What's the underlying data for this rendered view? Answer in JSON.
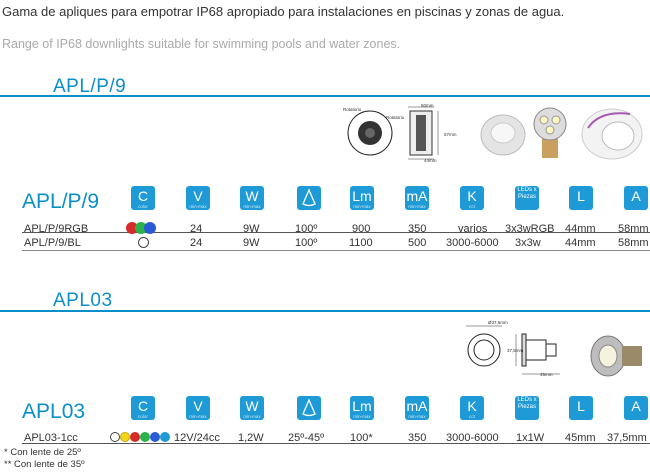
{
  "intro": {
    "spanish": "Gama de apliques para empotrar IP68 apropiado para instalaciones en piscinas y zonas de agua.",
    "english": "Range of IP68 downlights suitable for swimming pools and water zones."
  },
  "colors": {
    "accent": "#0b8fc8",
    "icon_bg": "#1e9ad6"
  },
  "icons": [
    {
      "key": "color",
      "label": "C",
      "sub": "color"
    },
    {
      "key": "voltage",
      "label": "V",
      "sub": "min-max"
    },
    {
      "key": "watts",
      "label": "W",
      "sub": "min-max"
    },
    {
      "key": "angle",
      "label": "°",
      "sub": ""
    },
    {
      "key": "lumens",
      "label": "Lm",
      "sub": "min-max"
    },
    {
      "key": "current",
      "label": "mA",
      "sub": "min-max"
    },
    {
      "key": "kelvin",
      "label": "K",
      "sub": "cct"
    },
    {
      "key": "leds",
      "label": "LEDs x Piezas",
      "sub": ""
    },
    {
      "key": "length",
      "label": "L",
      "sub": ""
    },
    {
      "key": "width",
      "label": "A",
      "sub": ""
    }
  ],
  "sections": [
    {
      "title": "APL/P/9",
      "product_title": "APL/P/9",
      "diagram_labels": [
        "Rotatorio",
        "Rotatorio",
        "50mm",
        "57mm",
        "44mm"
      ],
      "rows": [
        {
          "code": "APL/P/9RGB",
          "swatch": "rgb",
          "voltage": "24",
          "watts": "9W",
          "angle": "100º",
          "lumens": "900",
          "current": "350",
          "kelvin": "varios",
          "leds": "3x3wRGB",
          "length": "44mm",
          "width": "58mm"
        },
        {
          "code": "APL/P/9/BL",
          "swatch": "white",
          "voltage": "24",
          "watts": "9W",
          "angle": "100º",
          "lumens": "1100",
          "current": "500",
          "kelvin": "3000-6000",
          "leds": "3x3w",
          "length": "44mm",
          "width": "58mm"
        }
      ]
    },
    {
      "title": "APL03",
      "product_title": "APL03",
      "diagram_labels": [
        "Ø37,5mm",
        "37,5mm",
        "45mm"
      ],
      "rows": [
        {
          "code": "APL03-1cc",
          "swatch": "multi",
          "voltage": "12V/24cc",
          "watts": "1,2W",
          "angle": "25º-45º",
          "lumens": "100*",
          "current": "350",
          "kelvin": "3000-6000",
          "leds": "1x1W",
          "length": "45mm",
          "width": "37,5mm"
        }
      ]
    }
  ],
  "notes": [
    "*   Con lente de 25º",
    "** Con lente de 35º"
  ]
}
